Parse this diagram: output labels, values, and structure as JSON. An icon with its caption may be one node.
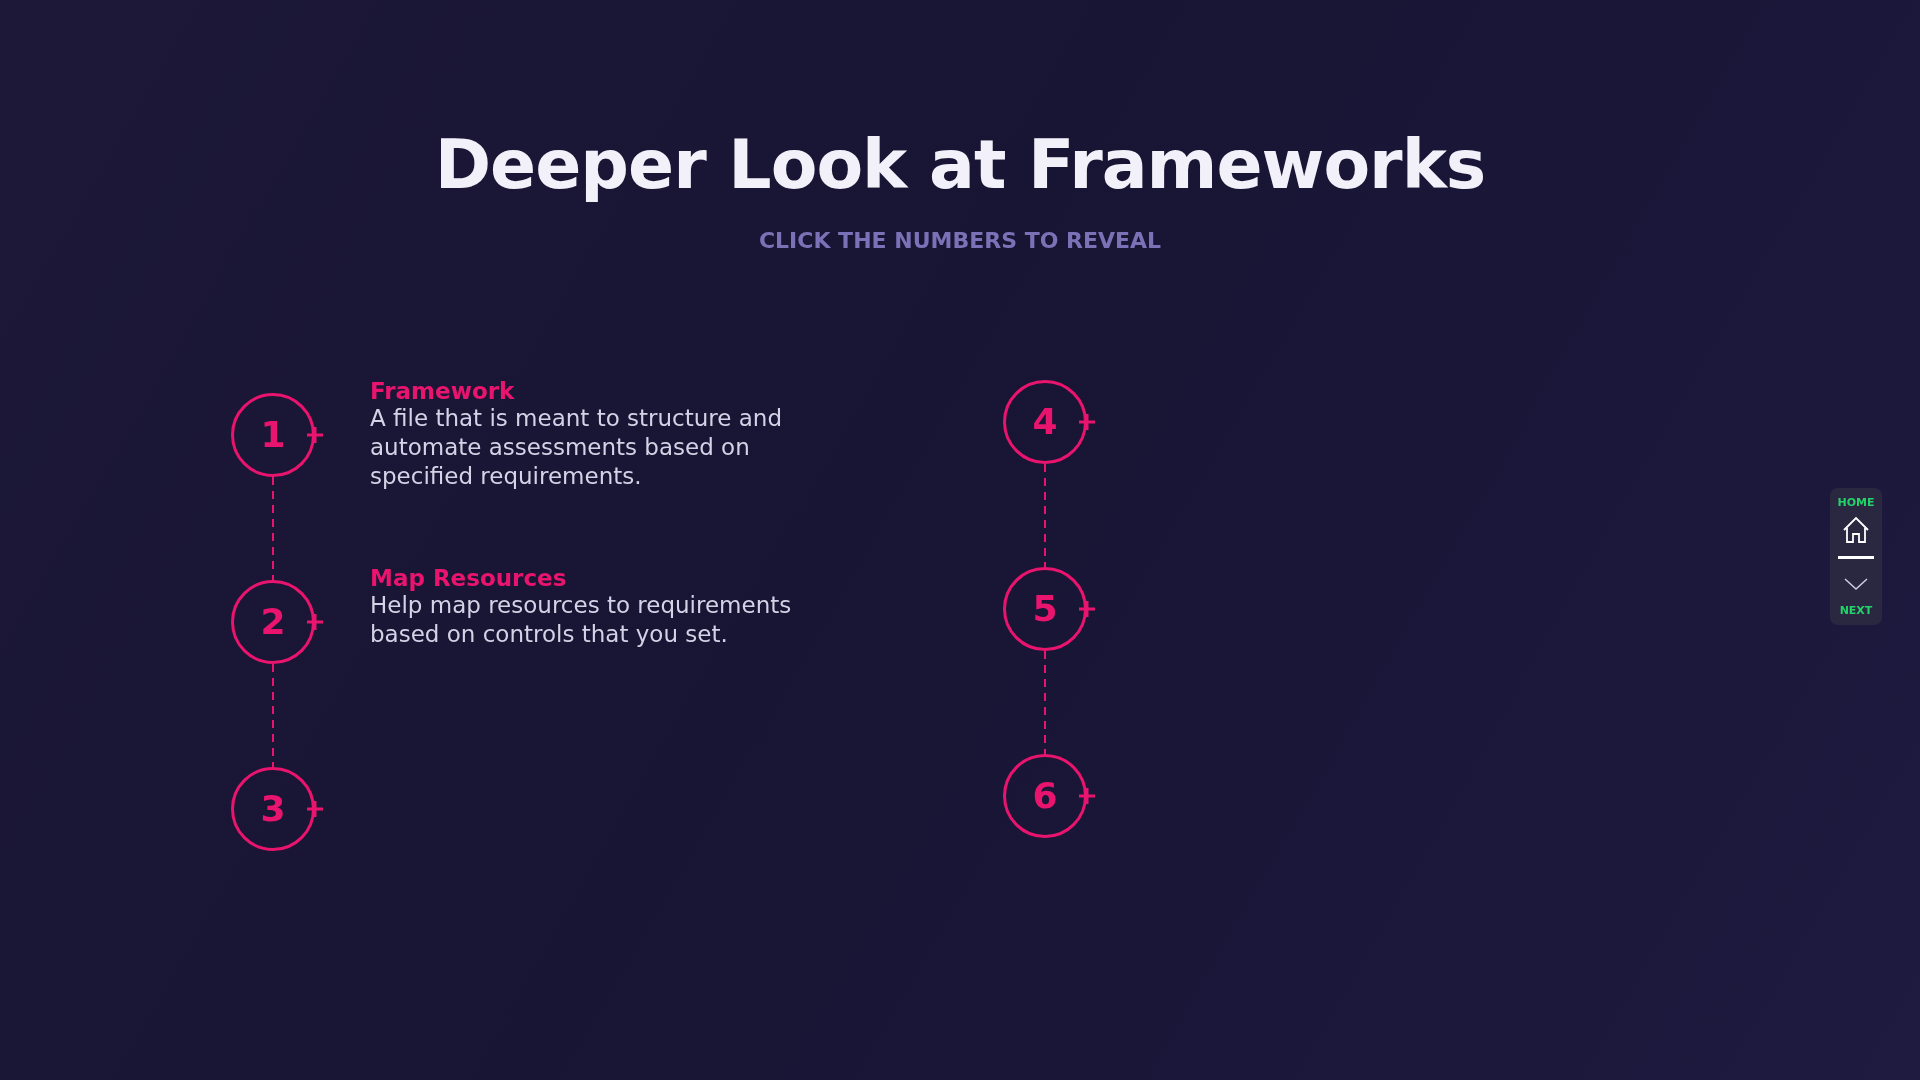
{
  "diagram": {
    "title": "Deeper Look at Frameworks",
    "nodes": [
      {
        "text": [
          "1"
        ],
        "beside": [
          "Framework",
          "A file that is meant to structure and automate assessments based on specified requirements."
        ]
      },
      {
        "text": [
          "2"
        ],
        "beside": [
          "Map Resources",
          "Help map resources to requirements based on controls that you set."
        ]
      },
      {
        "text": [
          "3"
        ]
      },
      {
        "text": [
          "4"
        ]
      },
      {
        "text": [
          "5"
        ]
      },
      {
        "text": [
          "6"
        ]
      }
    ],
    "edges": [
      {
        "from": 0,
        "to": 1,
        "arrow": "none",
        "style": "dashed"
      },
      {
        "from": 1,
        "to": 2,
        "arrow": "none",
        "style": "dashed"
      },
      {
        "from": 3,
        "to": 4,
        "arrow": "none",
        "style": "dashed"
      },
      {
        "from": 4,
        "to": 5,
        "arrow": "none",
        "style": "dashed"
      }
    ],
    "labels": [
      "CLICK THE NUMBERS TO REVEAL",
      "HOME",
      "NEXT"
    ]
  }
}
